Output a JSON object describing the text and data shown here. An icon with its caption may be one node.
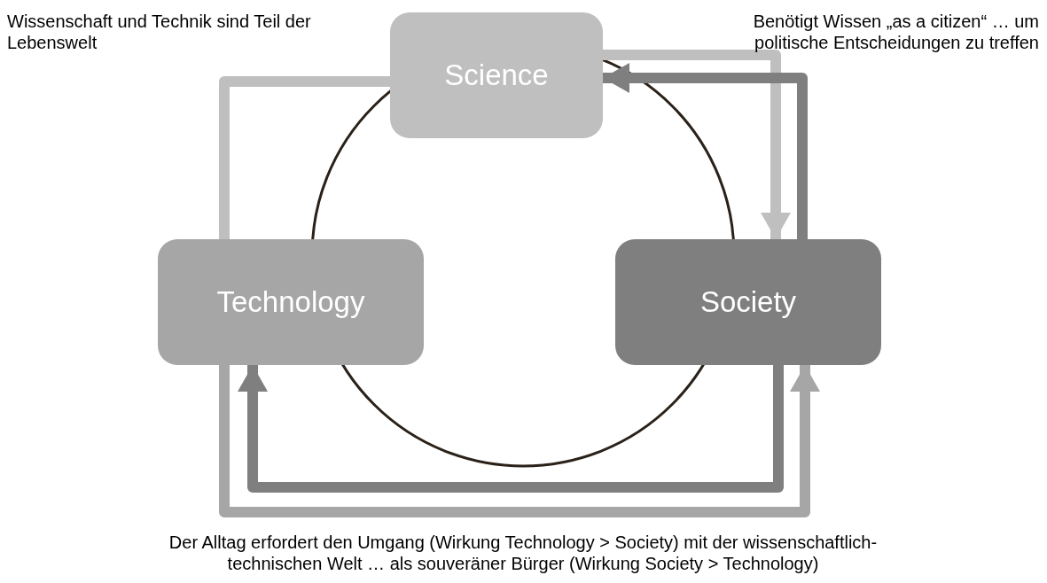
{
  "diagram": {
    "nodes": [
      {
        "text": [
          "Science"
        ]
      },
      {
        "text": [
          "Technology"
        ]
      },
      {
        "text": [
          "Society"
        ]
      }
    ],
    "edges": [
      {
        "from": 1,
        "to": 0,
        "arrow": "none",
        "color": "#bfbfbf"
      },
      {
        "from": 0,
        "to": 2,
        "arrow": "to",
        "color": "#bfbfbf"
      },
      {
        "from": 2,
        "to": 0,
        "arrow": "to",
        "color": "#7f7f7f"
      },
      {
        "from": 2,
        "to": 1,
        "arrow": "to",
        "color": "#7f7f7f"
      },
      {
        "from": 1,
        "to": 2,
        "arrow": "to",
        "color": "#a6a6a6"
      }
    ],
    "labels": [
      "Wissenschaft und Technik sind Teil der Lebenswelt",
      "Benötigt Wissen „as a citizen“ … um politische Entscheidungen zu treffen",
      "Der Alltag erfordert den Umgang (Wirkung Technology > Society) mit der wissenschaftlich-technischen Welt … als souveräner Bürger (Wirkung Society > Technology)"
    ]
  }
}
